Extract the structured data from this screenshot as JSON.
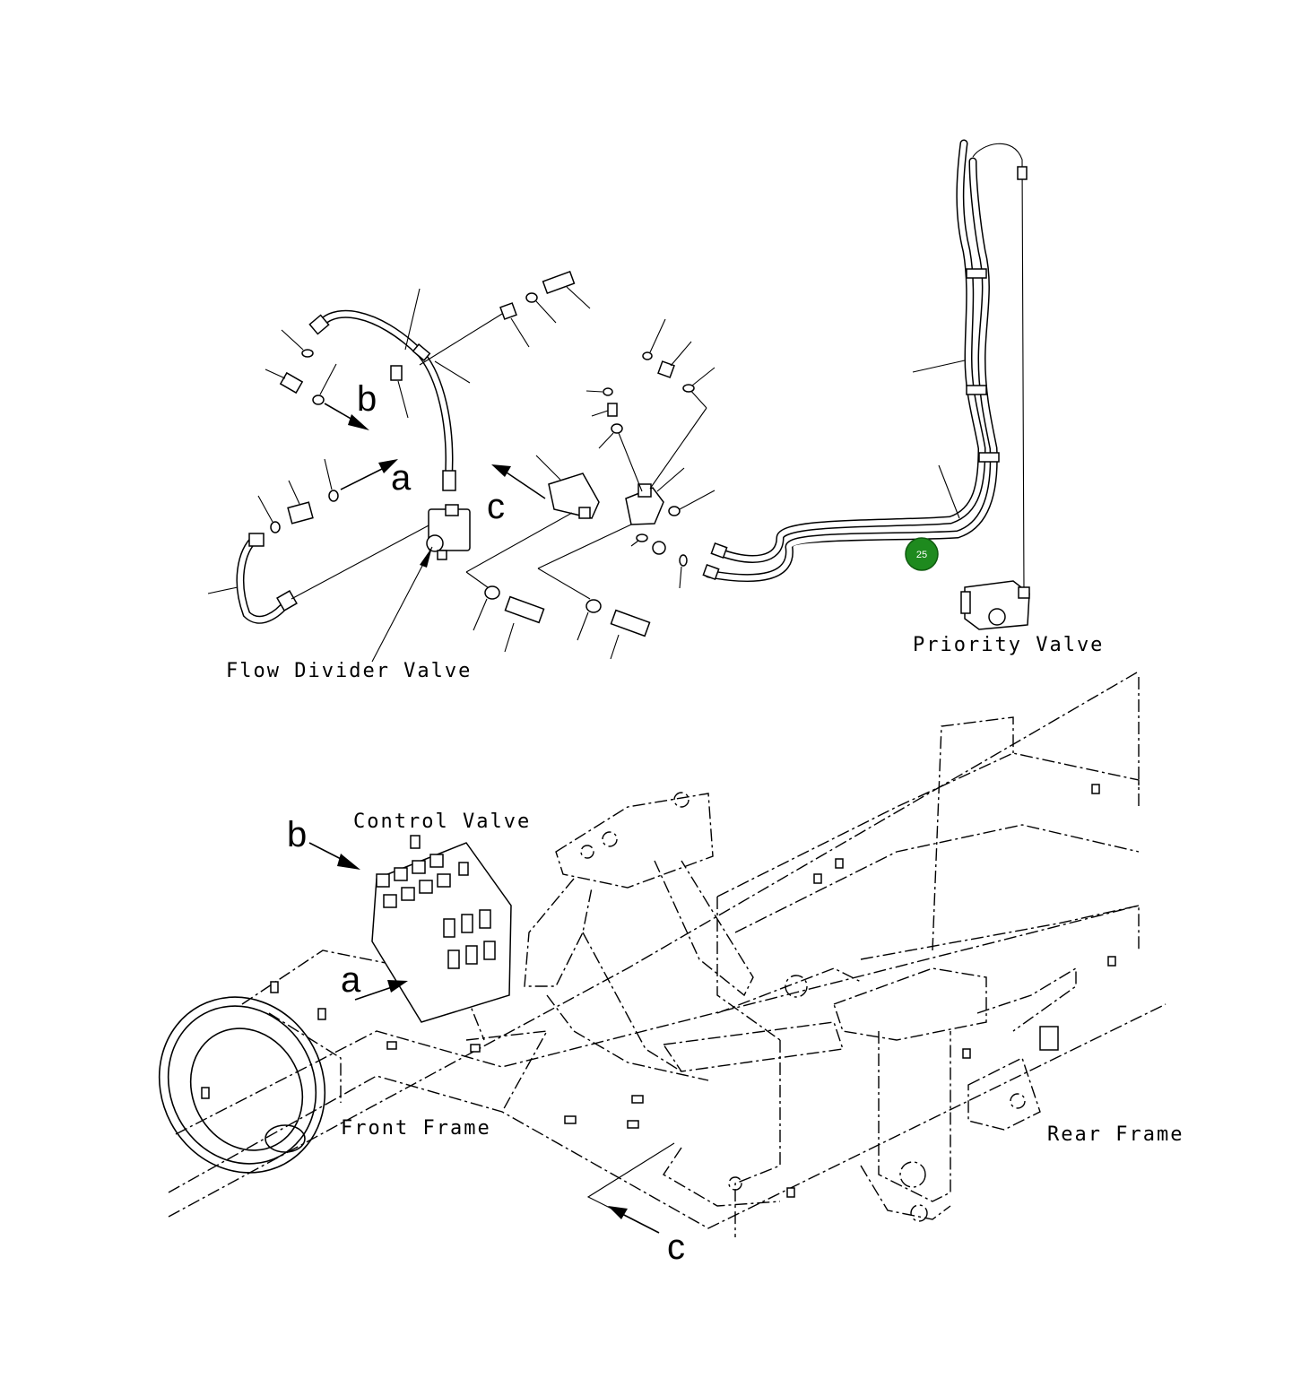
{
  "labels": {
    "flow_divider_valve": "Flow Divider Valve",
    "priority_valve": "Priority Valve",
    "control_valve": "Control Valve",
    "front_frame": "Front Frame",
    "rear_frame": "Rear Frame"
  },
  "callouts": {
    "a_top": "a",
    "b_top": "b",
    "c_top": "c",
    "a_bottom": "a",
    "b_bottom": "b",
    "c_bottom": "c"
  },
  "badge": {
    "number": "25",
    "color": "#1e8a1e"
  }
}
